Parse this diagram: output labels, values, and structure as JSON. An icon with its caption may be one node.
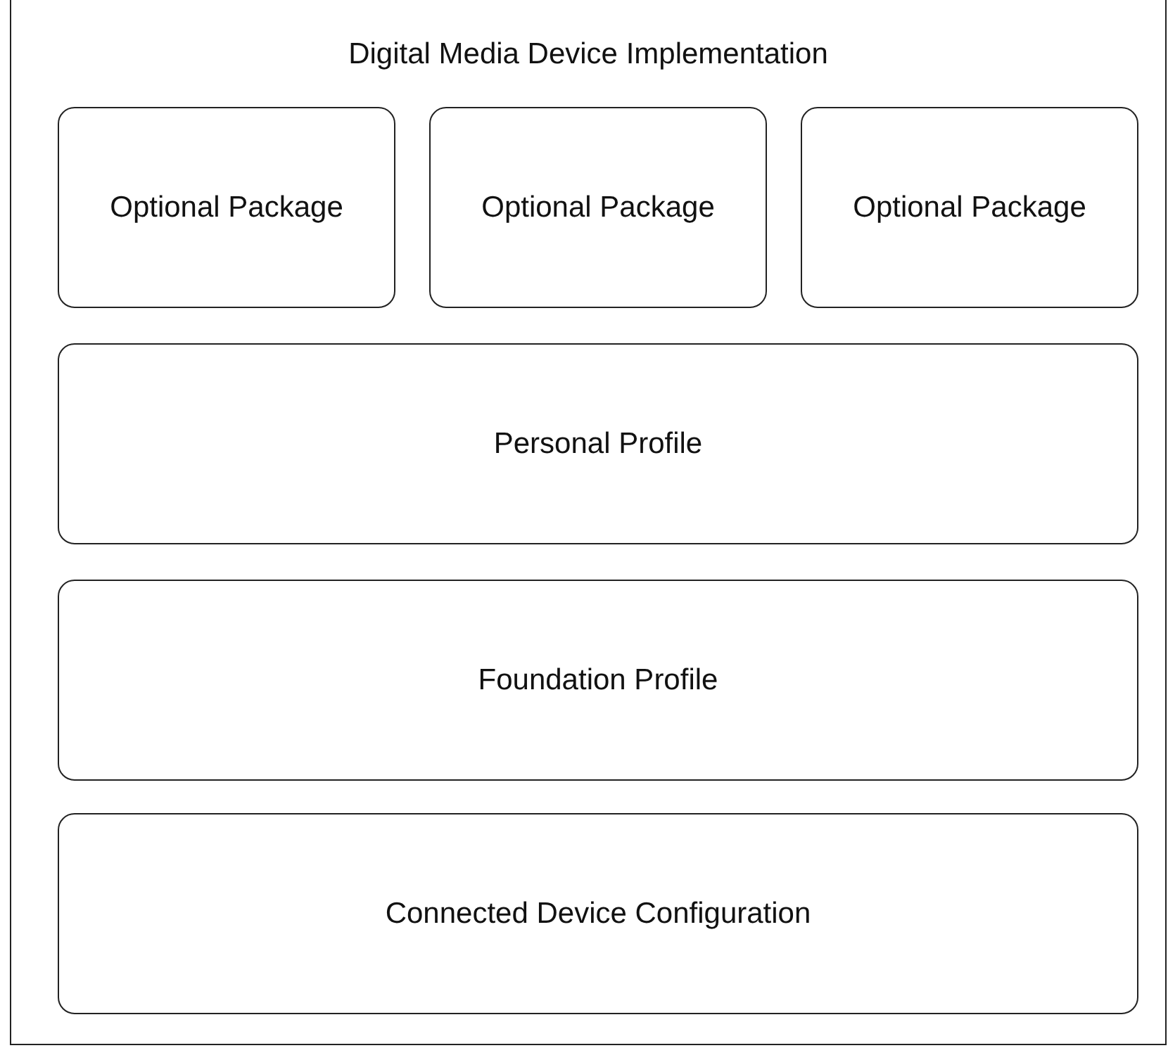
{
  "diagram": {
    "nodes": [
      {
        "text": [
          "Digital Media Device Implementation"
        ]
      },
      {
        "text": [
          "Optional Package"
        ],
        "in": 0
      },
      {
        "text": [
          "Optional Package"
        ],
        "in": 0
      },
      {
        "text": [
          "Optional Package"
        ],
        "in": 0
      },
      {
        "text": [
          "Personal Profile"
        ],
        "in": 0
      },
      {
        "text": [
          "Foundation Profile"
        ],
        "in": 0
      },
      {
        "text": [
          "Connected Device Configuration"
        ],
        "in": 0
      }
    ]
  }
}
